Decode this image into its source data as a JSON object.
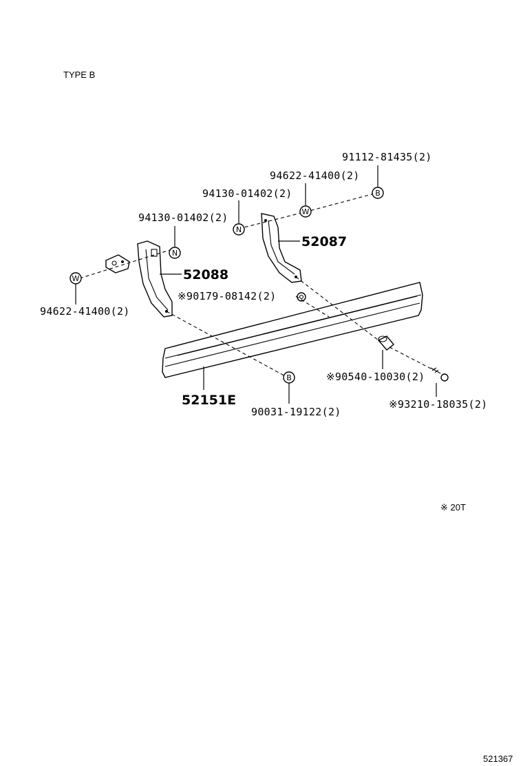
{
  "header": {
    "type_label": "TYPE B"
  },
  "footer": {
    "note": "※ 20T",
    "figure_id": "521367"
  },
  "symbols": {
    "washer": "W",
    "nut": "N",
    "bolt": "B"
  },
  "parts": {
    "p_91112": "91112-81435(2)",
    "p_94622_top": "94622-41400(2)",
    "p_94130_right": "94130-01402(2)",
    "p_94130_left": "94130-01402(2)",
    "p_52087": "52087",
    "p_52088": "52088",
    "p_90179": "※90179-08142(2)",
    "p_94622_left": "94622-41400(2)",
    "p_90540": "※90540-10030(2)",
    "p_52151E": "52151E",
    "p_90031": "90031-19122(2)",
    "p_93210": "※93210-18035(2)"
  }
}
